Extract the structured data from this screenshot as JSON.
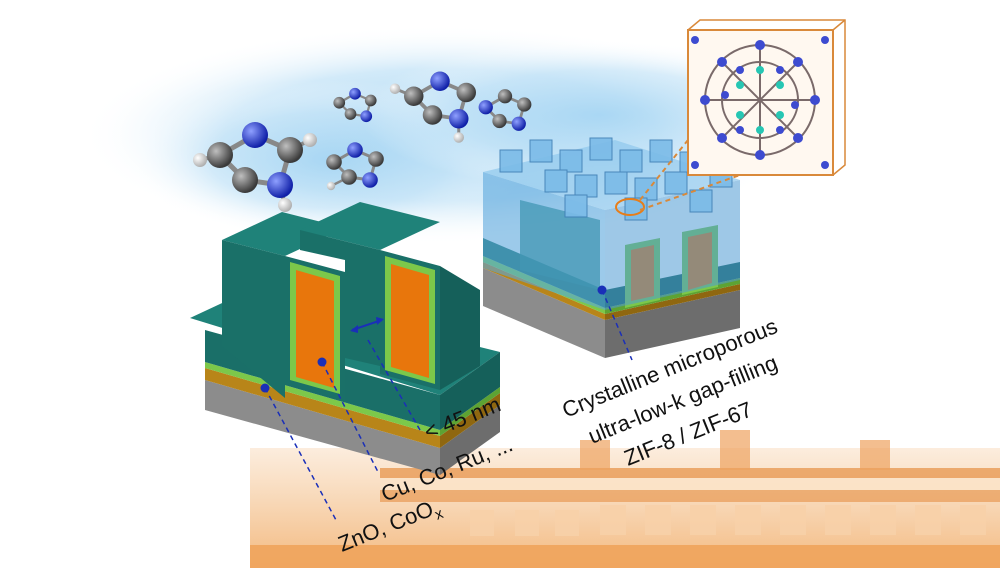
{
  "labels": {
    "dimension": "< 45 nm",
    "metals": "Cu, Co, Ru, ...",
    "barrier_main": "ZnO, CoO",
    "barrier_sub": "x",
    "caption_line1": "Crystalline microporous",
    "caption_line2": "ultra-low-k gap-filling",
    "caption_line3": "ZIF-8 / ZIF-67"
  },
  "colors": {
    "dielectric_teal": "#1e7f78",
    "liner_green": "#7cc84a",
    "metal_orange": "#e8760c",
    "seed_gold": "#c08a1a",
    "substrate_gray": "#9a9a9a",
    "mof_blue": "#5aa6dc",
    "cloud_blue": "#bfe0f5",
    "guide_blue": "#1a2fb8",
    "frame_orange": "#d9893a"
  },
  "icons": {
    "molecules": "imidazole-molecule-icon",
    "crystal": "zif-cage-icon",
    "chip": "chip-cross-section-icon"
  }
}
